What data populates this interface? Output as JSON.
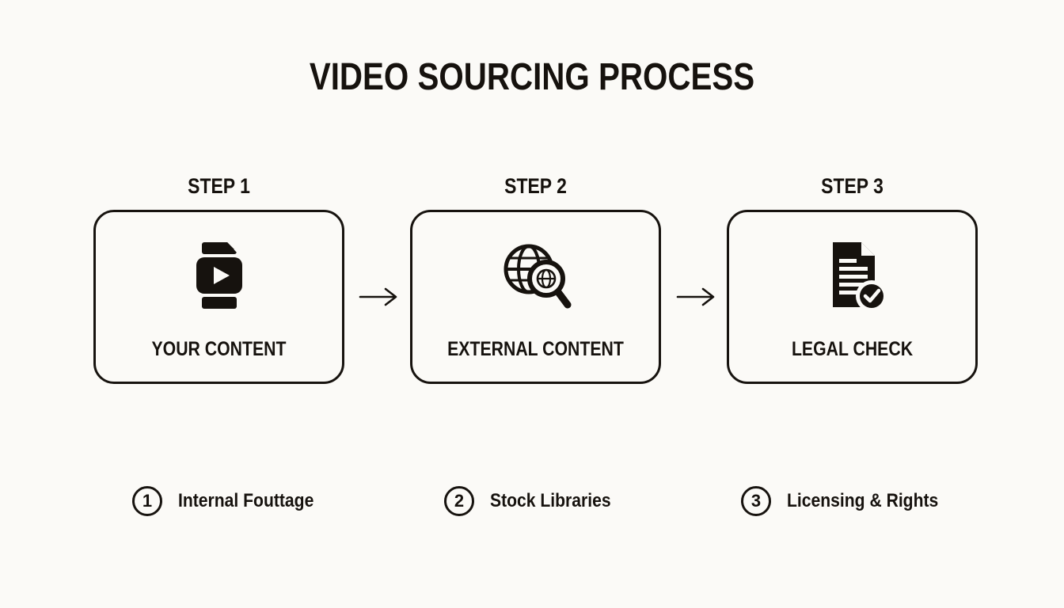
{
  "title": "VIDEO SOURCING PROCESS",
  "steps": [
    {
      "label": "STEP 1",
      "box_title": "YOUR CONTENT",
      "icon": "video-clip-icon"
    },
    {
      "label": "STEP 2",
      "box_title": "EXTERNAL CONTENT",
      "icon": "globe-search-icon"
    },
    {
      "label": "STEP 3",
      "box_title": "LEGAL CHECK",
      "icon": "document-check-icon"
    }
  ],
  "legend": [
    {
      "number": "1",
      "label": "Internal Fouttage"
    },
    {
      "number": "2",
      "label": "Stock Libraries"
    },
    {
      "number": "3",
      "label": "Licensing & Rights"
    }
  ],
  "colors": {
    "background": "#fbfaf7",
    "foreground": "#16120e"
  }
}
